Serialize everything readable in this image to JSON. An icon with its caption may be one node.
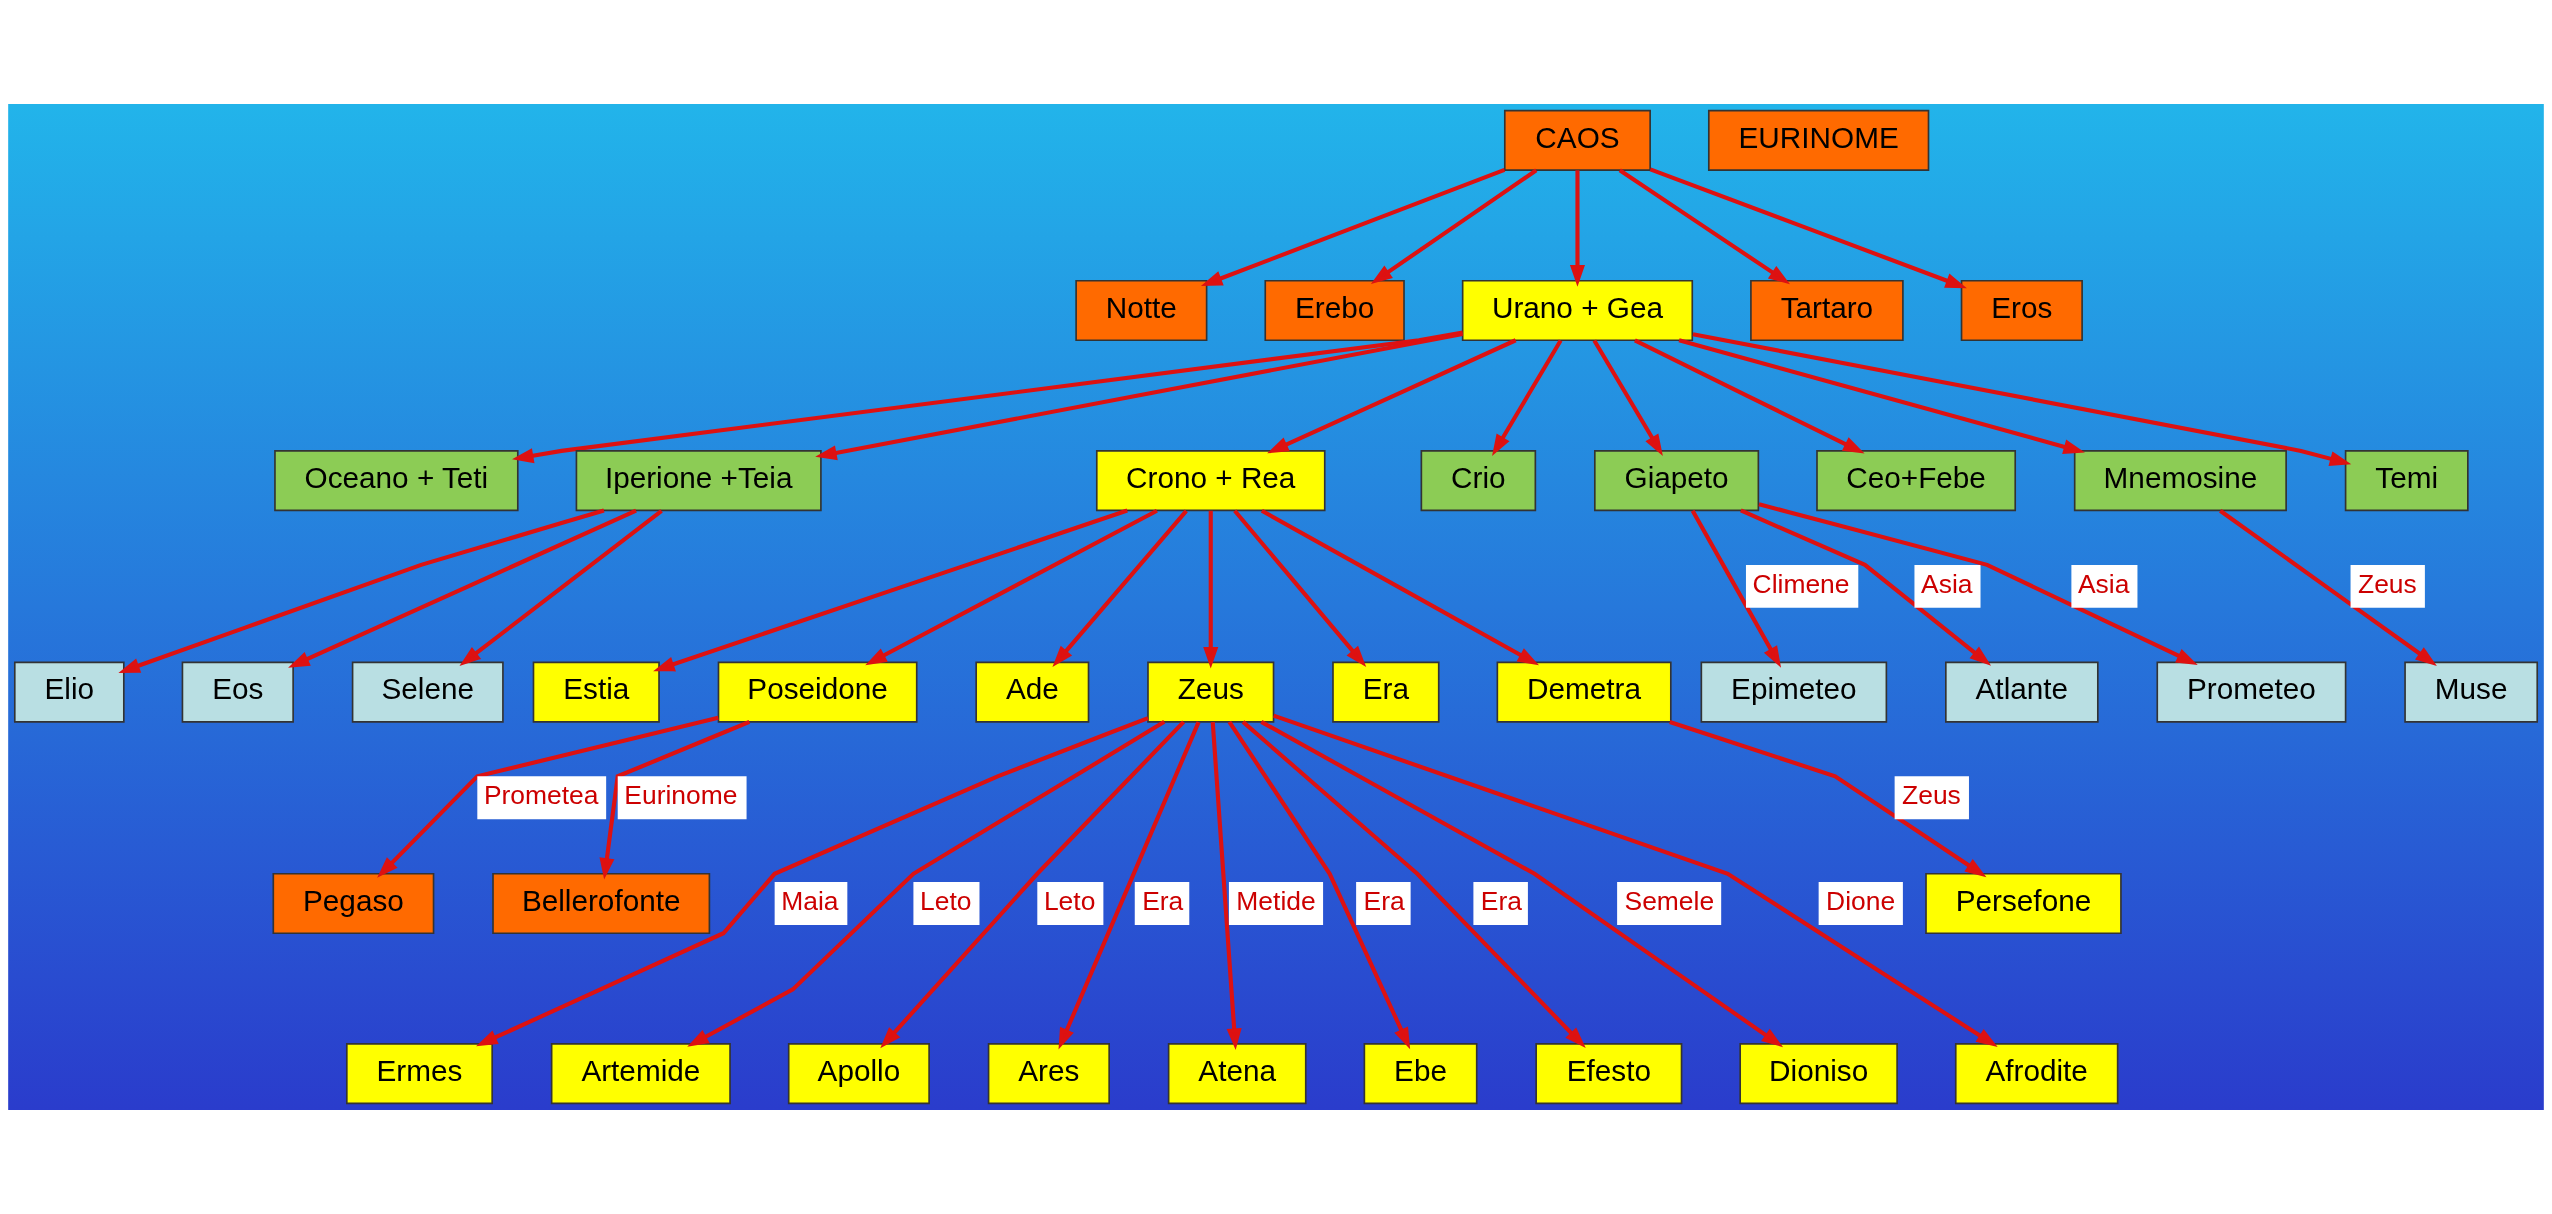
{
  "diagram": {
    "nodes": [
      {
        "text": [
          "CAOS"
        ]
      },
      {
        "text": [
          "EURINOME"
        ]
      },
      {
        "text": [
          "Notte"
        ]
      },
      {
        "text": [
          "Erebo"
        ]
      },
      {
        "text": [
          "Urano + Gea"
        ]
      },
      {
        "text": [
          "Tartaro"
        ]
      },
      {
        "text": [
          "Eros"
        ]
      },
      {
        "text": [
          "Oceano + Teti"
        ]
      },
      {
        "text": [
          "Iperione +Teia"
        ]
      },
      {
        "text": [
          "Crono + Rea"
        ]
      },
      {
        "text": [
          "Crio"
        ]
      },
      {
        "text": [
          "Giapeto"
        ]
      },
      {
        "text": [
          "Ceo+Febe"
        ]
      },
      {
        "text": [
          "Mnemosine"
        ]
      },
      {
        "text": [
          "Temi"
        ]
      },
      {
        "text": [
          "Elio"
        ]
      },
      {
        "text": [
          "Eos"
        ]
      },
      {
        "text": [
          "Selene"
        ]
      },
      {
        "text": [
          "Epimeteo"
        ]
      },
      {
        "text": [
          "Atlante"
        ]
      },
      {
        "text": [
          "Prometeo"
        ]
      },
      {
        "text": [
          "Muse"
        ]
      },
      {
        "text": [
          "Estia"
        ]
      },
      {
        "text": [
          "Poseidone"
        ]
      },
      {
        "text": [
          "Ade"
        ]
      },
      {
        "text": [
          "Zeus"
        ]
      },
      {
        "text": [
          "Era"
        ]
      },
      {
        "text": [
          "Demetra"
        ]
      },
      {
        "text": [
          "Pegaso"
        ]
      },
      {
        "text": [
          "Bellerofonte"
        ]
      },
      {
        "text": [
          "Persefone"
        ]
      },
      {
        "text": [
          "Ermes"
        ]
      },
      {
        "text": [
          "Artemide"
        ]
      },
      {
        "text": [
          "Apollo"
        ]
      },
      {
        "text": [
          "Ares"
        ]
      },
      {
        "text": [
          "Atena"
        ]
      },
      {
        "text": [
          "Ebe"
        ]
      },
      {
        "text": [
          "Efesto"
        ]
      },
      {
        "text": [
          "Dioniso"
        ]
      },
      {
        "text": [
          "Afrodite"
        ]
      }
    ],
    "edges": [
      {
        "from": 0,
        "to": 2,
        "arrow": "to"
      },
      {
        "from": 0,
        "to": 3,
        "arrow": "to"
      },
      {
        "from": 0,
        "to": 4,
        "arrow": "to"
      },
      {
        "from": 0,
        "to": 5,
        "arrow": "to"
      },
      {
        "from": 0,
        "to": 6,
        "arrow": "to"
      },
      {
        "from": 4,
        "to": 7,
        "arrow": "to"
      },
      {
        "from": 4,
        "to": 8,
        "arrow": "to"
      },
      {
        "from": 4,
        "to": 9,
        "arrow": "to"
      },
      {
        "from": 4,
        "to": 10,
        "arrow": "to"
      },
      {
        "from": 4,
        "to": 11,
        "arrow": "to"
      },
      {
        "from": 4,
        "to": 12,
        "arrow": "to"
      },
      {
        "from": 4,
        "to": 13,
        "arrow": "to"
      },
      {
        "from": 4,
        "to": 14,
        "arrow": "to"
      },
      {
        "from": 8,
        "to": 15,
        "arrow": "to"
      },
      {
        "from": 8,
        "to": 16,
        "arrow": "to"
      },
      {
        "from": 8,
        "to": 17,
        "arrow": "to"
      },
      {
        "from": 11,
        "to": 18,
        "arrow": "to",
        "label": "Climene"
      },
      {
        "from": 11,
        "to": 19,
        "arrow": "to",
        "label": "Asia"
      },
      {
        "from": 11,
        "to": 20,
        "arrow": "to",
        "label": "Asia"
      },
      {
        "from": 13,
        "to": 21,
        "arrow": "to",
        "label": "Zeus"
      },
      {
        "from": 9,
        "to": 22,
        "arrow": "to"
      },
      {
        "from": 9,
        "to": 23,
        "arrow": "to"
      },
      {
        "from": 9,
        "to": 24,
        "arrow": "to"
      },
      {
        "from": 9,
        "to": 25,
        "arrow": "to"
      },
      {
        "from": 9,
        "to": 26,
        "arrow": "to"
      },
      {
        "from": 9,
        "to": 27,
        "arrow": "to"
      },
      {
        "from": 23,
        "to": 28,
        "arrow": "to",
        "label": "Prometea"
      },
      {
        "from": 23,
        "to": 29,
        "arrow": "to",
        "label": "Eurinome"
      },
      {
        "from": 27,
        "to": 30,
        "arrow": "to",
        "label": "Zeus"
      },
      {
        "from": 25,
        "to": 31,
        "arrow": "to",
        "label": "Maia"
      },
      {
        "from": 25,
        "to": 32,
        "arrow": "to",
        "label": "Leto"
      },
      {
        "from": 25,
        "to": 33,
        "arrow": "to",
        "label": "Leto"
      },
      {
        "from": 25,
        "to": 34,
        "arrow": "to",
        "label": "Era"
      },
      {
        "from": 25,
        "to": 35,
        "arrow": "to",
        "label": "Metide"
      },
      {
        "from": 25,
        "to": 36,
        "arrow": "to",
        "label": "Era"
      },
      {
        "from": 25,
        "to": 37,
        "arrow": "to",
        "label": "Era"
      },
      {
        "from": 25,
        "to": 38,
        "arrow": "to",
        "label": "Semele"
      },
      {
        "from": 25,
        "to": 39,
        "arrow": "to",
        "label": "Dione"
      }
    ]
  }
}
